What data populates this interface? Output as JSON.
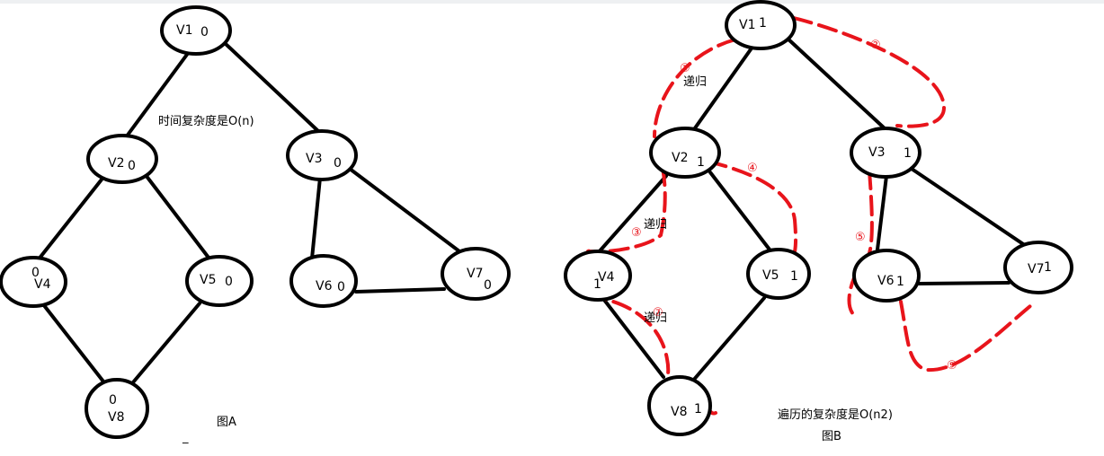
{
  "figure_a": {
    "caption": "图A",
    "complexity_note": "时间复杂度是O(n)",
    "cursor_mark": "_",
    "nodes": [
      {
        "label": "V1",
        "value": "0"
      },
      {
        "label": "V2",
        "value": "0"
      },
      {
        "label": "V3",
        "value": "0"
      },
      {
        "label": "V4",
        "value": "0"
      },
      {
        "label": "V5",
        "value": "0"
      },
      {
        "label": "V6",
        "value": "0"
      },
      {
        "label": "V7",
        "value": "0"
      },
      {
        "label": "V8",
        "value": "0"
      }
    ]
  },
  "figure_b": {
    "caption": "图B",
    "complexity_note": "遍历的复杂度是O(n2)",
    "recursion_labels": [
      "递归",
      "递归",
      "递归"
    ],
    "step_marks": [
      "①",
      "②",
      "③",
      "④",
      "⑤",
      "⑦",
      "⑨"
    ],
    "nodes": [
      {
        "label": "V1",
        "value": "1"
      },
      {
        "label": "V2",
        "value": "1"
      },
      {
        "label": "V3",
        "value": "1"
      },
      {
        "label": "V4",
        "value": "1"
      },
      {
        "label": "V5",
        "value": "1"
      },
      {
        "label": "V6",
        "value": "1"
      },
      {
        "label": "V7",
        "value": "1"
      },
      {
        "label": "V8",
        "value": "1"
      }
    ]
  },
  "colors": {
    "edge": "#000000",
    "trace": "#e8141b",
    "background": "#ffffff"
  }
}
